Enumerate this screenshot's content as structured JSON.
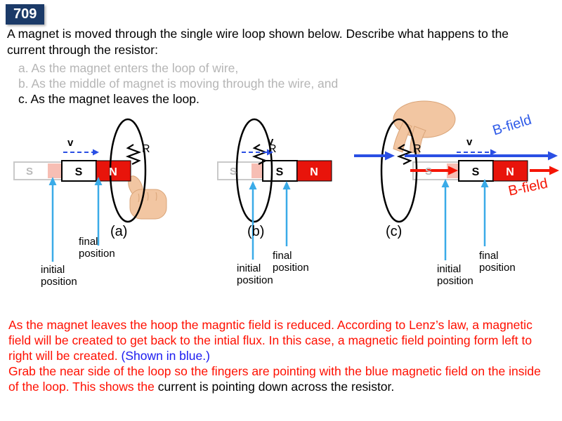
{
  "page": {
    "number": "709"
  },
  "question": {
    "intro": "A magnet is moved through the single wire loop shown below. Describe what happens to the current through the resistor:",
    "item_a": "a. As the magnet enters the loop of wire,",
    "item_b": "b. As the middle of magnet is moving through the wire, and",
    "item_c": "c. As the magnet leaves the loop."
  },
  "diagram": {
    "magnet": {
      "south": "S",
      "north": "N"
    },
    "resistor": "R",
    "velocity": "v",
    "captions": {
      "a": "(a)",
      "b": "(b)",
      "c": "(c)"
    },
    "positions": {
      "initial": "initial position",
      "final": "final position"
    },
    "b_field": "B-field",
    "colors": {
      "magnet_north": "#e8140b",
      "ghost_pink": "#f7beb4",
      "field_blue": "#2a4fe4",
      "field_red": "#f51505",
      "pointer_cyan": "#3aabe8",
      "badge_navy": "#1b3a68"
    }
  },
  "explanation": {
    "p1_red": "As the magnet leaves the hoop the magntic field is reduced. According to Lenz’s law, a magnetic field will be created to get back to the intial flux. In this case, a magnetic field pointing form left to right will be created. ",
    "p1_blue": "(Shown in blue.)",
    "p2_red": "Grab the near side of the loop so the fingers are pointing with the blue magnetic field on the inside of the loop. This shows the ",
    "p2_black": "current is pointing down across the resistor."
  }
}
